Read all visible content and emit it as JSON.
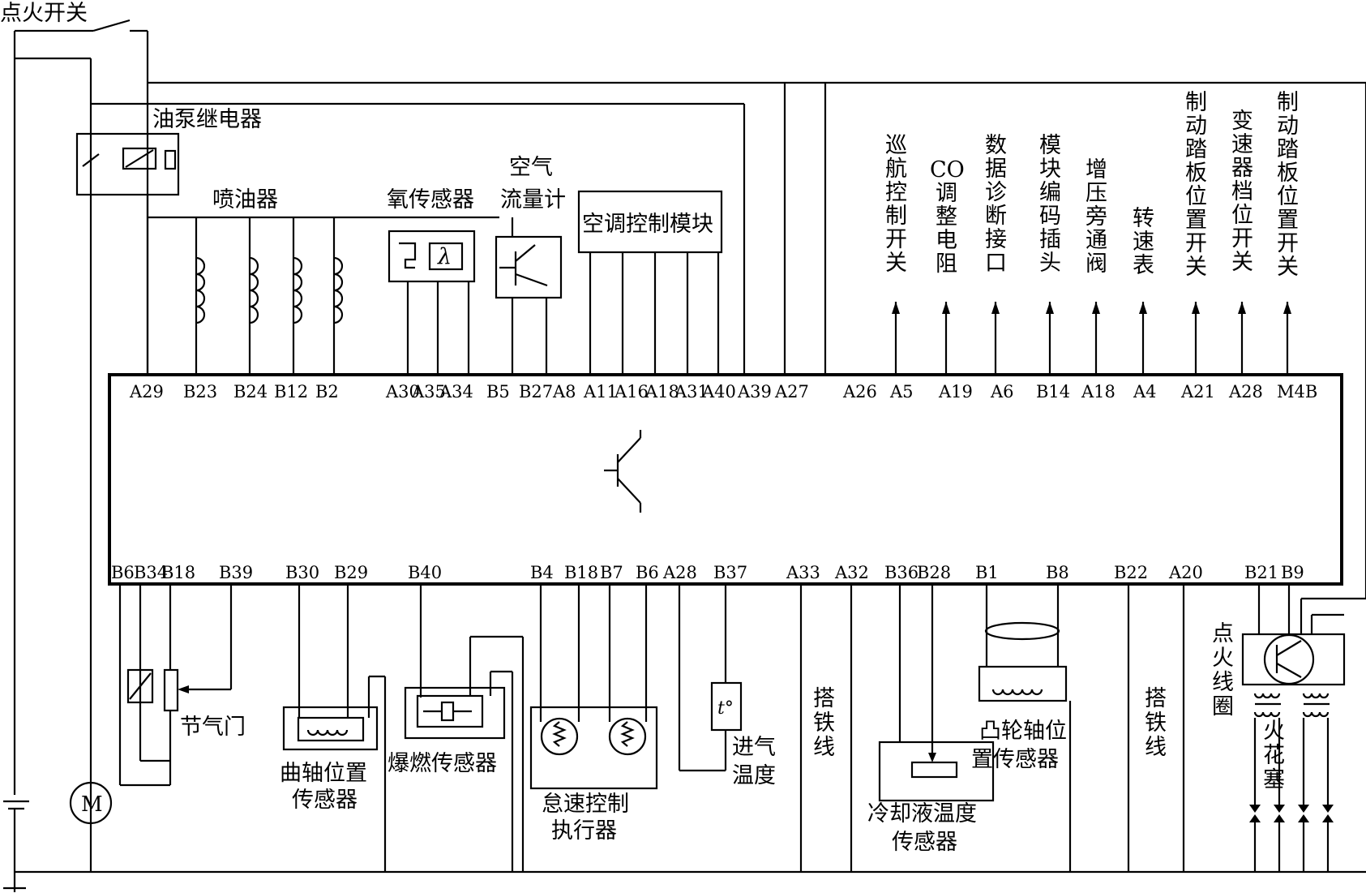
{
  "labels": {
    "ignition_switch": "点火开关",
    "fuel_pump_relay": "油泵继电器",
    "injector": "喷油器",
    "oxygen_sensor": "氧传感器",
    "maf_line1": "空气",
    "maf_line2": "流量计",
    "ac_module": "空调控制模块",
    "lambda": "λ",
    "throttle": "节气门",
    "crank_line1": "曲轴位置",
    "crank_line2": "传感器",
    "knock_sensor": "爆燃传感器",
    "idle_line1": "怠速控制",
    "idle_line2": "执行器",
    "iat_line1": "进气",
    "iat_line2": "温度",
    "iat_symbol": "t°",
    "ground1": "搭铁线",
    "ground2": "搭铁线",
    "coolant_line1": "冷却液温度",
    "coolant_line2": "传感器",
    "cam_line1": "凸轮轴位",
    "cam_line2": "置传感器",
    "ignition_coil": "点火线圈",
    "spark_plug": "火花塞",
    "motor": "M"
  },
  "top_pins": [
    "A29",
    "B23",
    "B24",
    "B12",
    "B2",
    "A30",
    "A35",
    "A34",
    "B5",
    "B27",
    "A8",
    "A11",
    "A16",
    "A18",
    "A31",
    "A40",
    "A39",
    "A27",
    "A26",
    "A5",
    "A19",
    "A6",
    "B14",
    "A18",
    "A4",
    "A21",
    "A28",
    "M4B"
  ],
  "bottom_pins": [
    "B6",
    "B34",
    "B18",
    "B39",
    "B30",
    "B29",
    "B40",
    "B4",
    "B18",
    "B7",
    "B6",
    "A28",
    "B37",
    "A33",
    "A32",
    "B36",
    "B28",
    "B1",
    "B8",
    "B22",
    "A20",
    "B21",
    "B9"
  ],
  "outputs": [
    "巡航控制开关",
    "CO调整电阻",
    "数据诊断接口",
    "模块编码插头",
    "增压旁通阀",
    "转速表",
    "制动踏板位置开关",
    "变速器档位开关",
    "制动踏板位置开关"
  ]
}
